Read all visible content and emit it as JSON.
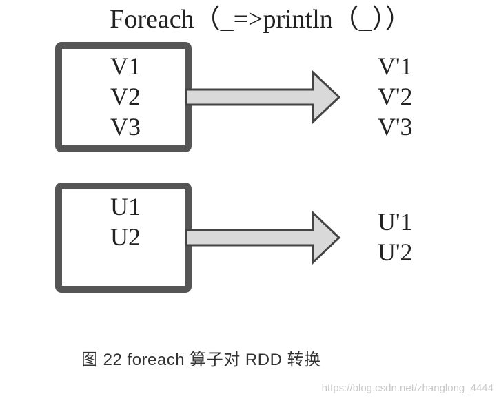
{
  "title": "Foreach（_=>println（_））",
  "groups": [
    {
      "inputs": [
        "V1",
        "V2",
        "V3"
      ],
      "outputs": [
        "V'1",
        "V'2",
        "V'3"
      ]
    },
    {
      "inputs": [
        "U1",
        "U2"
      ],
      "outputs": [
        "U'1",
        "U'2"
      ]
    }
  ],
  "caption": "图 22 foreach 算子对 RDD 转换",
  "watermark": "https://blog.csdn.net/zhanglong_4444",
  "colors": {
    "box_border": "#555555",
    "arrow_fill": "#d9d9d9",
    "arrow_stroke": "#444444",
    "text": "#222222"
  }
}
